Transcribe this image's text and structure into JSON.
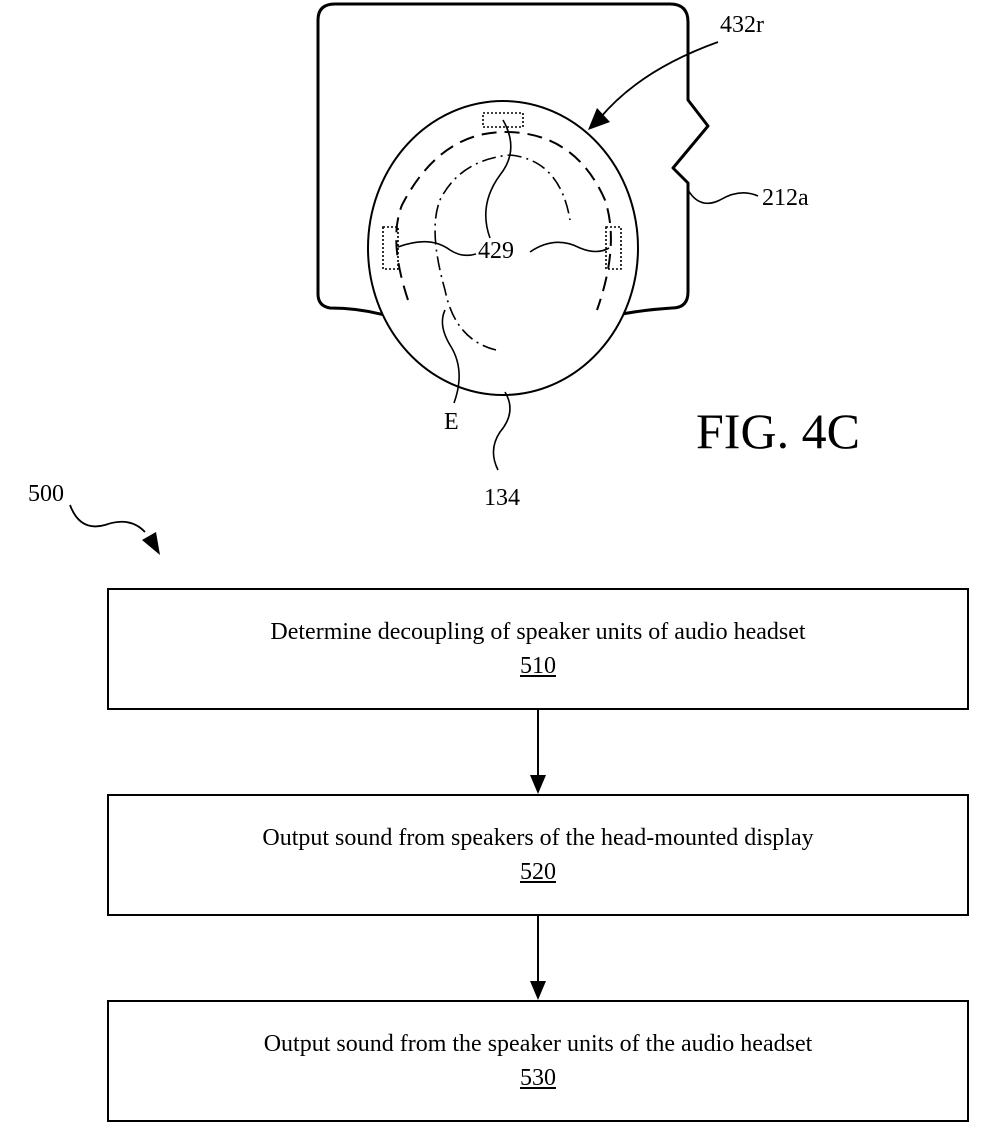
{
  "figure_4c": {
    "title": "FIG. 4C",
    "labels": {
      "hmd_body": "212a",
      "headset": "432r",
      "speaker_units": "429",
      "ear": "E",
      "head": "134"
    }
  },
  "flowchart": {
    "ref": "500",
    "steps": [
      {
        "text": "Determine decoupling of speaker units of audio headset",
        "number": "510"
      },
      {
        "text": "Output sound from speakers of the head-mounted display",
        "number": "520"
      },
      {
        "text": "Output sound from the speaker units of the audio headset",
        "number": "530"
      }
    ]
  }
}
